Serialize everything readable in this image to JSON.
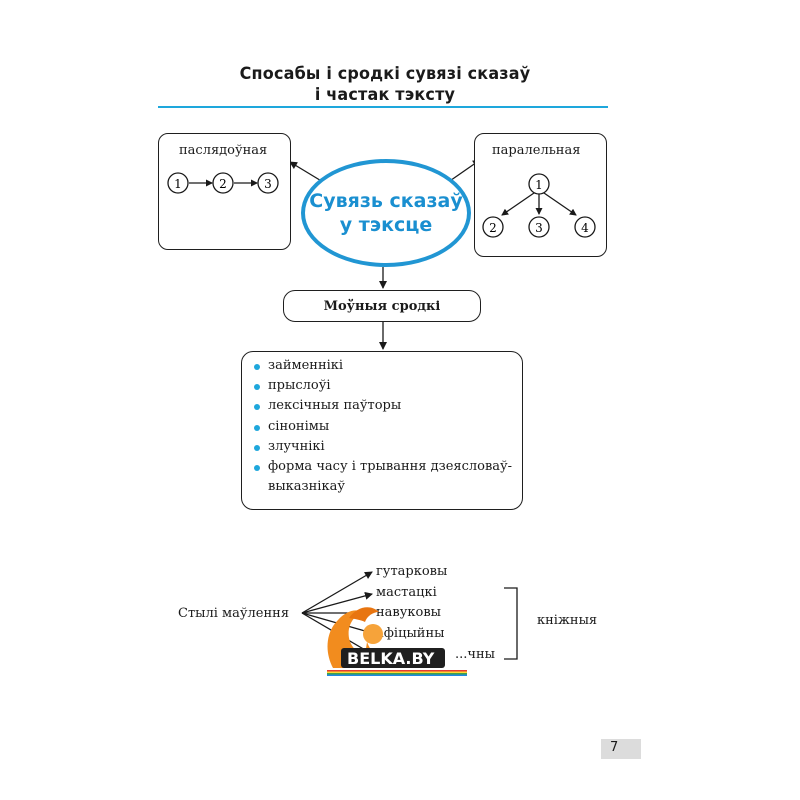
{
  "title": {
    "line1": "Спосабы і сродкі сувязі сказаў",
    "line2": "і частак тэксту"
  },
  "diagram": {
    "sequential": {
      "label": "паслядоўная",
      "nodes": [
        "1",
        "2",
        "3"
      ]
    },
    "parallel": {
      "label": "паралельная",
      "nodes": [
        "1",
        "2",
        "3",
        "4"
      ]
    },
    "center": {
      "line1": "Сувязь сказаў",
      "line2": "у тэксце"
    },
    "means_label": "Моўныя сродкі",
    "means": [
      "займеннікі",
      "прыслоўі",
      "лексічныя паўторы",
      "сінонімы",
      "злучнікі",
      "форма часу і трывання дзеясловаў-"
    ],
    "means_continuation": "выказнікаў"
  },
  "styles": {
    "label": "Стылі маўлення",
    "items": [
      "гутарковы",
      "мастацкі",
      "навуковы",
      "афіцыйны",
      "...чны"
    ],
    "bookish_label": "кніжныя"
  },
  "watermark": {
    "text": "BELKA.BY"
  },
  "page_number": "7",
  "colors": {
    "accent": "#1ea7dc",
    "ellipse_text": "#1a8fd0",
    "watermark_orange": "#f28c1e"
  }
}
